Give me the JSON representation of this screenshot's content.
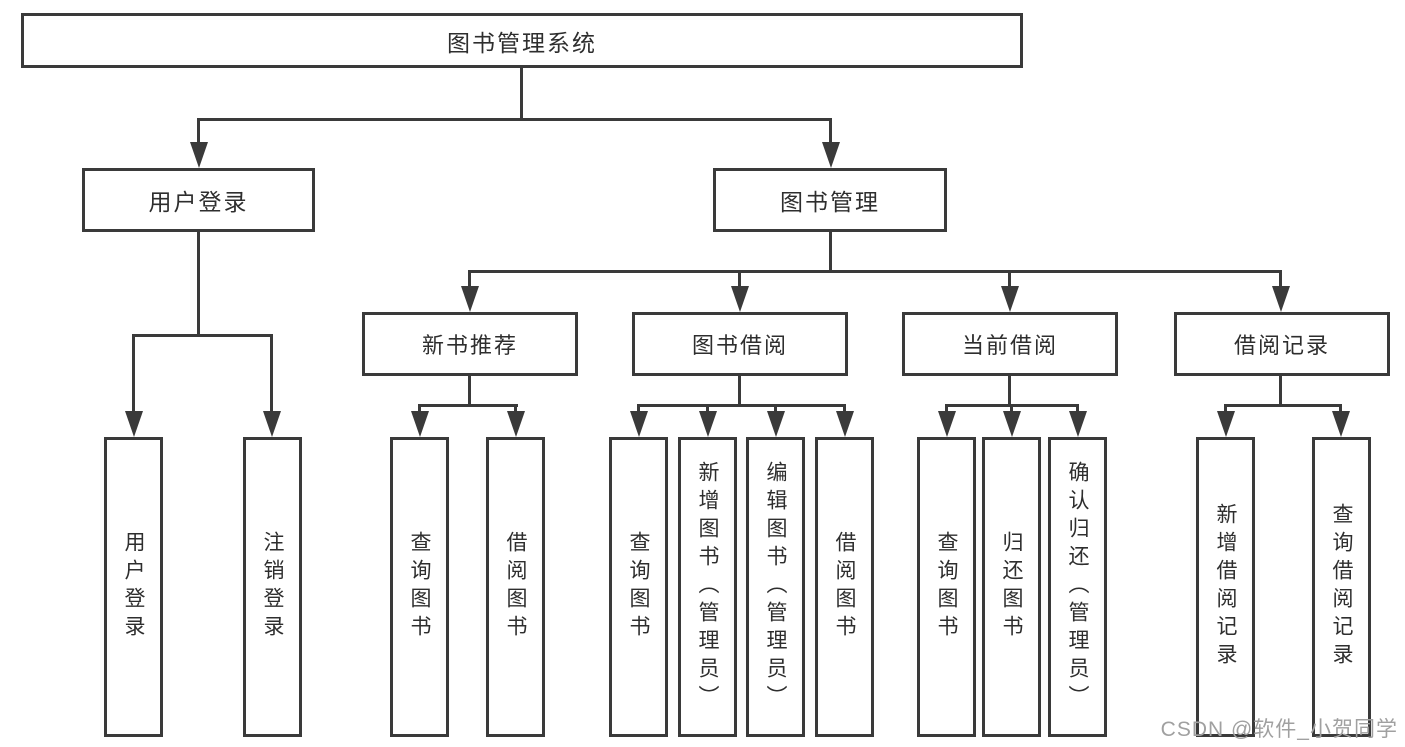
{
  "tree": {
    "label": "图书管理系统",
    "children": [
      {
        "label": "用户登录",
        "children": [
          {
            "label": "用户登录"
          },
          {
            "label": "注销登录"
          }
        ]
      },
      {
        "label": "图书管理",
        "children": [
          {
            "label": "新书推荐",
            "children": [
              {
                "label": "查询图书"
              },
              {
                "label": "借阅图书"
              }
            ]
          },
          {
            "label": "图书借阅",
            "children": [
              {
                "label": "查询图书"
              },
              {
                "label": "新增图书（管理员）"
              },
              {
                "label": "编辑图书（管理员）"
              },
              {
                "label": "借阅图书"
              }
            ]
          },
          {
            "label": "当前借阅",
            "children": [
              {
                "label": "查询图书"
              },
              {
                "label": "归还图书"
              },
              {
                "label": "确认归还（管理员）"
              }
            ]
          },
          {
            "label": "借阅记录",
            "children": [
              {
                "label": "新增借阅记录"
              },
              {
                "label": "查询借阅记录"
              }
            ]
          }
        ]
      }
    ]
  },
  "watermark": {
    "text": "CSDN @软件_小贺同学"
  },
  "colors": {
    "line": "#3a3a3a",
    "box_border": "#3a3a3a",
    "text": "#2e2e2e",
    "watermark": "#a0a0a0",
    "background": "#ffffff"
  }
}
